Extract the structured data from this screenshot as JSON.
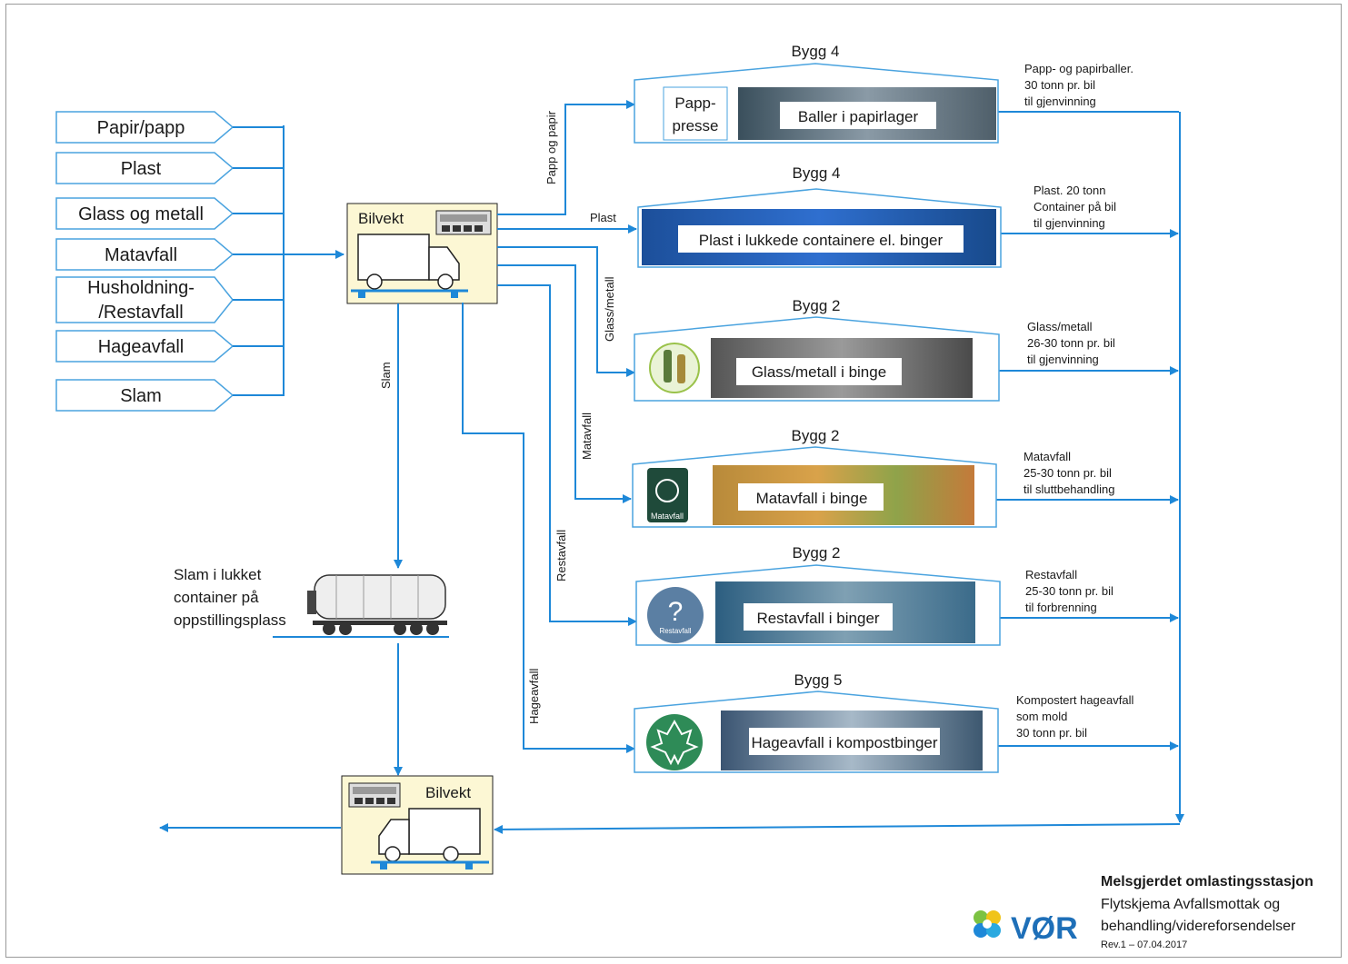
{
  "inputs": [
    "Papir/papp",
    "Plast",
    "Glass og metall",
    "Matavfall",
    "Husholdning-",
    "/Restavfall",
    "Hageavfall",
    "Slam"
  ],
  "scale_top": "Bilvekt",
  "scale_bottom": "Bilvekt",
  "flows": {
    "papp": "Papp og papir",
    "plast": "Plast",
    "glass": "Glass/metall",
    "mat": "Matavfall",
    "rest": "Restavfall",
    "hage": "Hageavfall",
    "slam": "Slam"
  },
  "buildings": [
    {
      "label": "Bygg 4",
      "inner": "Baller i papirlager",
      "side": [
        "Papp-",
        "presse"
      ],
      "out": [
        "Papp- og papirballer.",
        "30 tonn pr. bil",
        "til gjenvinning"
      ]
    },
    {
      "label": "Bygg 4",
      "inner": "Plast i lukkede containere el. binger",
      "out": [
        "Plast. 20 tonn",
        "Container på bil",
        "til gjenvinning"
      ]
    },
    {
      "label": "Bygg 2",
      "inner": "Glass/metall i binge",
      "out": [
        "Glass/metall",
        "26-30 tonn pr. bil",
        "til gjenvinning"
      ]
    },
    {
      "label": "Bygg 2",
      "inner": "Matavfall i binge",
      "icon_text": "Matavfall",
      "out": [
        "Matavfall",
        "25-30 tonn pr. bil",
        "til sluttbehandling"
      ]
    },
    {
      "label": "Bygg 2",
      "inner": "Restavfall i binger",
      "icon_text": "Restavfall",
      "out": [
        "Restavfall",
        "25-30 tonn pr. bil",
        "til forbrenning"
      ]
    },
    {
      "label": "Bygg 5",
      "inner": "Hageavfall i kompostbinger",
      "out": [
        "Kompostert hageavfall",
        "som mold",
        "30 tonn pr. bil"
      ]
    }
  ],
  "slam_container": [
    "Slam i lukket",
    "container på",
    "oppstillingsplass"
  ],
  "footer": {
    "logo": "VØR",
    "title": "Melsgjerdet omlastingsstasjon",
    "subtitle1": "Flytskjema Avfallsmottak og",
    "subtitle2": "behandling/videreforsendelser",
    "rev": "Rev.1 – 07.04.2017"
  },
  "colors": {
    "arrow": "#1e88d8",
    "box_border": "#4aa3df",
    "scale_bg": "#fcf7d4",
    "green": "#2e8b57"
  }
}
